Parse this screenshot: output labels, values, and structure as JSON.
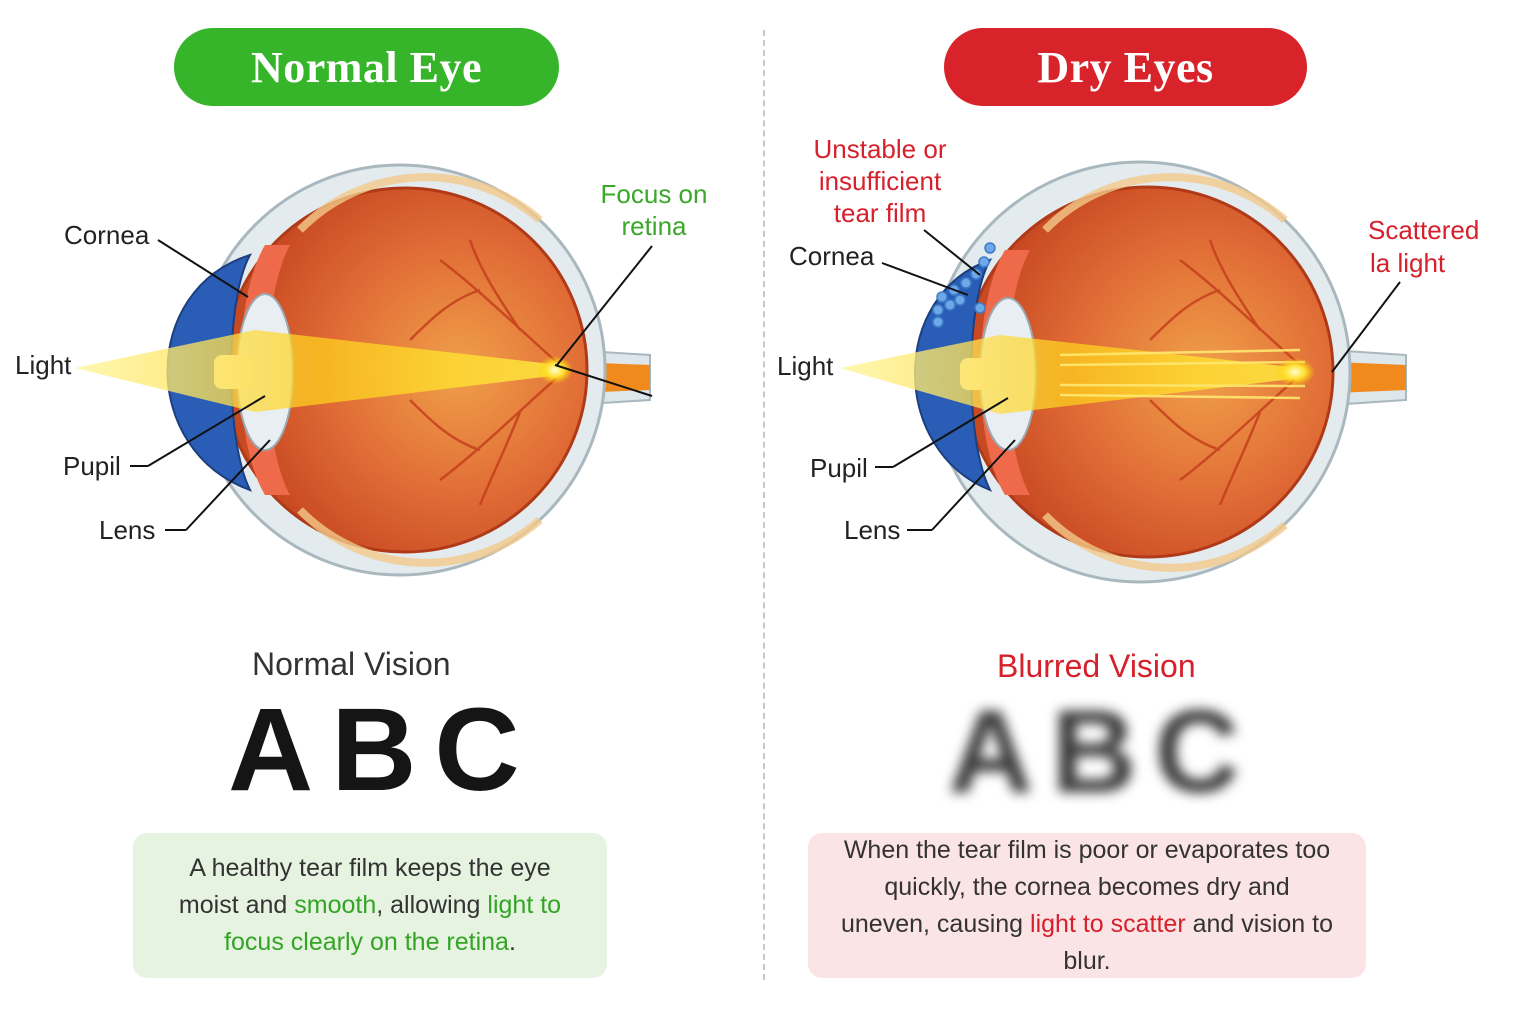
{
  "left": {
    "title": "Normal Eye",
    "labels": {
      "cornea": "Cornea",
      "light": "Light",
      "pupil": "Pupil",
      "lens": "Lens",
      "focus": "Focus on retina"
    },
    "vision_title": "Normal Vision",
    "abc": "ABC",
    "caption": {
      "t1": "A healthy tear film keeps the eye moist and ",
      "h1": "smooth",
      "t2": ", allowing ",
      "h2": "light to focus clearly on the retina",
      "t3": "."
    }
  },
  "right": {
    "title": "Dry Eyes",
    "labels": {
      "tear_film": "Unstable or insufficient tear film",
      "cornea": "Cornea",
      "light": "Light",
      "pupil": "Pupil",
      "lens": "Lens",
      "scattered": "Scattered",
      "scattered_sub": "la light"
    },
    "vision_title": "Blurred Vision",
    "abc": "ABC",
    "caption": {
      "t1": "When the tear film is poor or evaporates too quickly, the cornea becomes dry and uneven, causing ",
      "h1": "light to scatter",
      "t2": " and vision to blur."
    }
  },
  "colors": {
    "green": "#36b52a",
    "red": "#d8232a",
    "green_box": "#e6f3e1",
    "red_box": "#fbe4e5"
  }
}
